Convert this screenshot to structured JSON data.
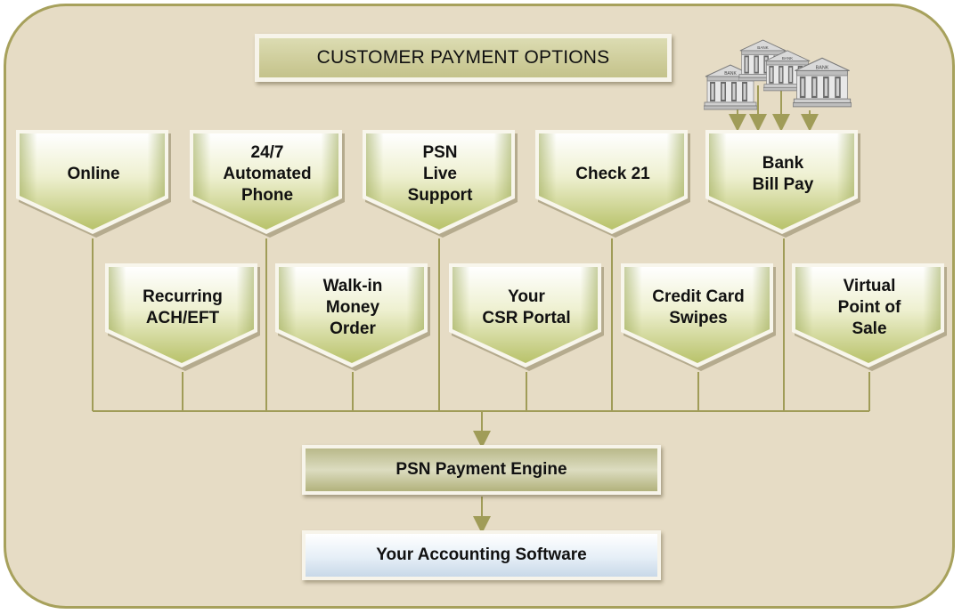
{
  "title": "CUSTOMER PAYMENT OPTIONS",
  "top_row": [
    {
      "label": "Online"
    },
    {
      "label": "24/7\nAutomated\nPhone"
    },
    {
      "label": "PSN\nLive\nSupport"
    },
    {
      "label": "Check 21"
    },
    {
      "label": "Bank\nBill Pay"
    }
  ],
  "bottom_row": [
    {
      "label": "Recurring\nACH/EFT"
    },
    {
      "label": "Walk-in\nMoney\nOrder"
    },
    {
      "label": "Your\nCSR Portal"
    },
    {
      "label": "Credit Card\nSwipes"
    },
    {
      "label": "Virtual\nPoint of\nSale"
    }
  ],
  "engine": "PSN Payment Engine",
  "accounting": "Your Accounting Software",
  "bank_icon_text": "BANK",
  "colors": {
    "panel": "#e6dcc5",
    "panel_border": "#a7a15c",
    "connector": "#a09c58",
    "node_top": "#ffffff",
    "node_mid": "#eef0d0",
    "node_bottom": "#b8c26a"
  }
}
